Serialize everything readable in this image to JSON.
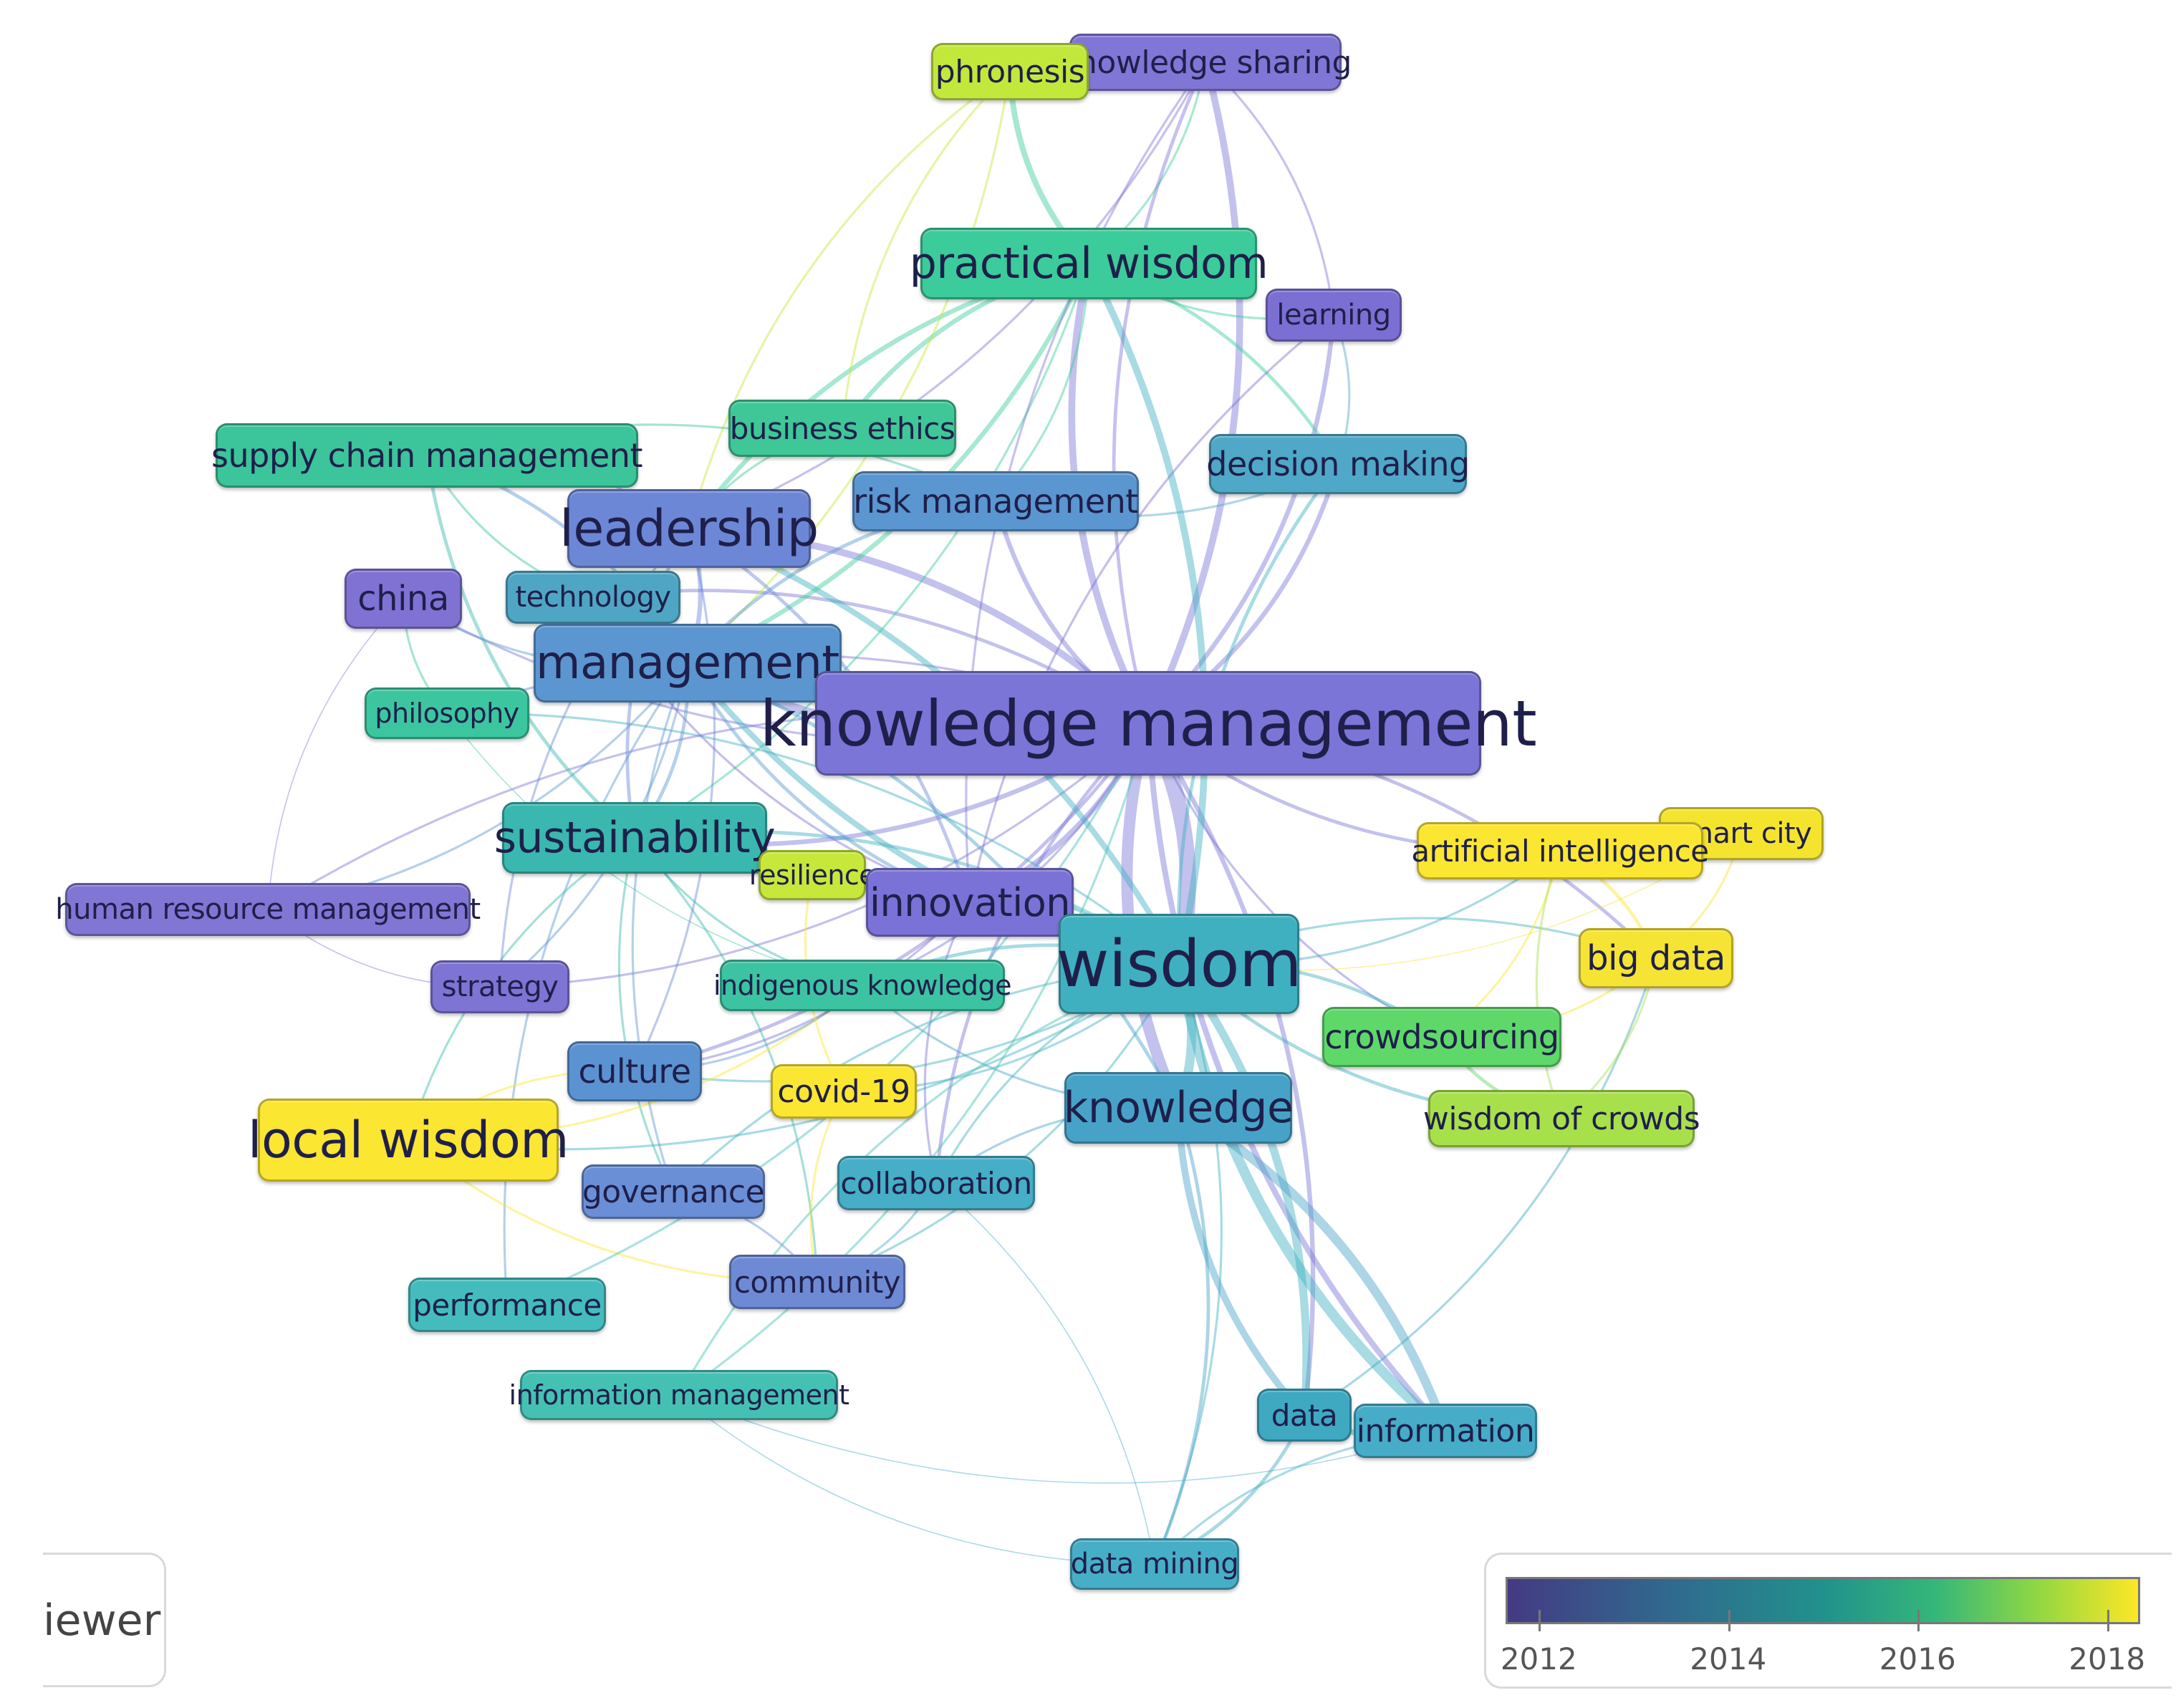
{
  "nodes": [
    {
      "id": "ks",
      "label": "knowledge sharing",
      "color": "#8076d6",
      "year": 2012.6
    },
    {
      "id": "phr",
      "label": "phronesis",
      "color": "#c3e83c",
      "year": 2017.3
    },
    {
      "id": "pw",
      "label": "practical wisdom",
      "color": "#3ccb9a",
      "year": 2015.3
    },
    {
      "id": "lrn",
      "label": "learning",
      "color": "#7c6fd3",
      "year": 2012.4
    },
    {
      "id": "scm",
      "label": "supply chain management",
      "color": "#3cc49b",
      "year": 2015.2
    },
    {
      "id": "be",
      "label": "business ethics",
      "color": "#3fc797",
      "year": 2015.4
    },
    {
      "id": "dm",
      "label": "decision making",
      "color": "#4fa8c8",
      "year": 2013.8
    },
    {
      "id": "rm",
      "label": "risk management",
      "color": "#5a96d0",
      "year": 2013.4
    },
    {
      "id": "ldr",
      "label": "leadership",
      "color": "#6d87d7",
      "year": 2013.0
    },
    {
      "id": "chn",
      "label": "china",
      "color": "#8072d3",
      "year": 2012.5
    },
    {
      "id": "tec",
      "label": "technology",
      "color": "#4fa6c4",
      "year": 2013.9
    },
    {
      "id": "mgt",
      "label": "management",
      "color": "#5b96d1",
      "year": 2013.4
    },
    {
      "id": "km",
      "label": "knowledge management",
      "color": "#7a75d6",
      "year": 2012.8
    },
    {
      "id": "phi",
      "label": "philosophy",
      "color": "#3cc6a0",
      "year": 2015.1
    },
    {
      "id": "sus",
      "label": "sustainability",
      "color": "#3ab7ae",
      "year": 2014.6
    },
    {
      "id": "res",
      "label": "resilience",
      "color": "#c7e83a",
      "year": 2017.4
    },
    {
      "id": "inn",
      "label": "innovation",
      "color": "#7a72d6",
      "year": 2012.5
    },
    {
      "id": "sc",
      "label": "smart city",
      "color": "#f5e42e",
      "year": 2018.0
    },
    {
      "id": "ai",
      "label": "artificial intelligence",
      "color": "#fbe631",
      "year": 2018.1
    },
    {
      "id": "hrm",
      "label": "human resource management",
      "color": "#8176d4",
      "year": 2012.4
    },
    {
      "id": "wis",
      "label": "wisdom",
      "color": "#3fb0c0",
      "year": 2014.1
    },
    {
      "id": "bd",
      "label": "big data",
      "color": "#f5e433",
      "year": 2018.0
    },
    {
      "id": "str",
      "label": "strategy",
      "color": "#7d74d4",
      "year": 2012.5
    },
    {
      "id": "ik",
      "label": "indigenous knowledge",
      "color": "#3cc3a2",
      "year": 2015.0
    },
    {
      "id": "crw",
      "label": "crowdsourcing",
      "color": "#5fd86a",
      "year": 2016.3
    },
    {
      "id": "cul",
      "label": "culture",
      "color": "#5b92d2",
      "year": 2013.3
    },
    {
      "id": "cov",
      "label": "covid-19",
      "color": "#fbe631",
      "year": 2018.2
    },
    {
      "id": "knw",
      "label": "knowledge",
      "color": "#47a2c8",
      "year": 2013.8
    },
    {
      "id": "low",
      "label": "local wisdom",
      "color": "#fbe631",
      "year": 2018.2
    },
    {
      "id": "woc",
      "label": "wisdom of crowds",
      "color": "#a8e04c",
      "year": 2016.9
    },
    {
      "id": "gov",
      "label": "governance",
      "color": "#6a8fd6",
      "year": 2013.1
    },
    {
      "id": "col",
      "label": "collaboration",
      "color": "#46aec6",
      "year": 2014.0
    },
    {
      "id": "com",
      "label": "community",
      "color": "#6e8ad5",
      "year": 2013.0
    },
    {
      "id": "prf",
      "label": "performance",
      "color": "#44bcbd",
      "year": 2014.5
    },
    {
      "id": "im",
      "label": "information management",
      "color": "#45c1b4",
      "year": 2014.7
    },
    {
      "id": "dat",
      "label": "data",
      "color": "#3fa9c2",
      "year": 2014.0
    },
    {
      "id": "inf",
      "label": "information",
      "color": "#46acc8",
      "year": 2014.0
    },
    {
      "id": "dmi",
      "label": "data mining",
      "color": "#47aec8",
      "year": 2014.0
    }
  ],
  "links": [
    [
      "km",
      "wis",
      14
    ],
    [
      "km",
      "knw",
      10
    ],
    [
      "km",
      "pw",
      6
    ],
    [
      "km",
      "ldr",
      6
    ],
    [
      "km",
      "mgt",
      8
    ],
    [
      "km",
      "ks",
      6
    ],
    [
      "km",
      "inn",
      5
    ],
    [
      "km",
      "lrn",
      4
    ],
    [
      "km",
      "sus",
      4
    ],
    [
      "km",
      "dm",
      4
    ],
    [
      "km",
      "rm",
      4
    ],
    [
      "km",
      "inf",
      5
    ],
    [
      "km",
      "dat",
      4
    ],
    [
      "km",
      "ai",
      3
    ],
    [
      "km",
      "bd",
      3
    ],
    [
      "km",
      "crw",
      2
    ],
    [
      "km",
      "cul",
      3
    ],
    [
      "km",
      "hrm",
      2
    ],
    [
      "km",
      "str",
      2
    ],
    [
      "km",
      "col",
      3
    ],
    [
      "km",
      "chn",
      2
    ],
    [
      "km",
      "tec",
      3
    ],
    [
      "km",
      "ik",
      2
    ],
    [
      "km",
      "phi",
      2
    ],
    [
      "wis",
      "knw",
      8
    ],
    [
      "wis",
      "inf",
      9
    ],
    [
      "wis",
      "dat",
      7
    ],
    [
      "wis",
      "pw",
      6
    ],
    [
      "wis",
      "mgt",
      5
    ],
    [
      "wis",
      "ldr",
      5
    ],
    [
      "wis",
      "dm",
      3
    ],
    [
      "wis",
      "sus",
      3
    ],
    [
      "wis",
      "crw",
      3
    ],
    [
      "wis",
      "woc",
      3
    ],
    [
      "wis",
      "low",
      2
    ],
    [
      "wis",
      "ik",
      3
    ],
    [
      "wis",
      "cov",
      2
    ],
    [
      "wis",
      "col",
      2
    ],
    [
      "wis",
      "com",
      2
    ],
    [
      "wis",
      "gov",
      2
    ],
    [
      "wis",
      "cul",
      2
    ],
    [
      "wis",
      "phi",
      2
    ],
    [
      "wis",
      "bd",
      2
    ],
    [
      "wis",
      "ai",
      2
    ],
    [
      "wis",
      "dmi",
      2
    ],
    [
      "wis",
      "res",
      2
    ],
    [
      "pw",
      "phr",
      5
    ],
    [
      "pw",
      "ldr",
      4
    ],
    [
      "pw",
      "mgt",
      4
    ],
    [
      "pw",
      "be",
      4
    ],
    [
      "pw",
      "dm",
      3
    ],
    [
      "pw",
      "lrn",
      2
    ],
    [
      "pw",
      "sus",
      2
    ],
    [
      "pw",
      "ks",
      2
    ],
    [
      "pw",
      "rm",
      2
    ],
    [
      "phr",
      "ldr",
      2
    ],
    [
      "phr",
      "mgt",
      2
    ],
    [
      "phr",
      "be",
      2
    ],
    [
      "ks",
      "lrn",
      2
    ],
    [
      "ks",
      "km",
      3
    ],
    [
      "ks",
      "ldr",
      2
    ],
    [
      "ks",
      "inn",
      2
    ],
    [
      "knw",
      "inf",
      8
    ],
    [
      "knw",
      "dat",
      6
    ],
    [
      "knw",
      "dmi",
      3
    ],
    [
      "knw",
      "mgt",
      3
    ],
    [
      "knw",
      "ik",
      2
    ],
    [
      "knw",
      "col",
      2
    ],
    [
      "inf",
      "dat",
      5
    ],
    [
      "inf",
      "dmi",
      2
    ],
    [
      "dat",
      "dmi",
      3
    ],
    [
      "dat",
      "bd",
      2
    ],
    [
      "ldr",
      "mgt",
      4
    ],
    [
      "ldr",
      "sus",
      3
    ],
    [
      "ldr",
      "inn",
      3
    ],
    [
      "ldr",
      "str",
      2
    ],
    [
      "ldr",
      "cul",
      2
    ],
    [
      "ldr",
      "scm",
      2
    ],
    [
      "mgt",
      "sus",
      3
    ],
    [
      "mgt",
      "scm",
      3
    ],
    [
      "mgt",
      "rm",
      3
    ],
    [
      "mgt",
      "inn",
      3
    ],
    [
      "mgt",
      "str",
      2
    ],
    [
      "mgt",
      "gov",
      2
    ],
    [
      "mgt",
      "chn",
      2
    ],
    [
      "mgt",
      "tec",
      2
    ],
    [
      "mgt",
      "hrm",
      2
    ],
    [
      "mgt",
      "prf",
      2
    ],
    [
      "sus",
      "scm",
      3
    ],
    [
      "sus",
      "ik",
      2
    ],
    [
      "sus",
      "res",
      2
    ],
    [
      "sus",
      "gov",
      2
    ],
    [
      "sus",
      "com",
      2
    ],
    [
      "sus",
      "low",
      2
    ],
    [
      "ai",
      "bd",
      3
    ],
    [
      "ai",
      "sc",
      3
    ],
    [
      "ai",
      "crw",
      2
    ],
    [
      "bd",
      "sc",
      2
    ],
    [
      "bd",
      "crw",
      2
    ],
    [
      "crw",
      "woc",
      3
    ],
    [
      "woc",
      "ai",
      2
    ],
    [
      "woc",
      "bd",
      2
    ],
    [
      "sc",
      "wis",
      1
    ],
    [
      "low",
      "ik",
      2
    ],
    [
      "low",
      "cul",
      2
    ],
    [
      "low",
      "com",
      2
    ],
    [
      "hrm",
      "chn",
      1
    ],
    [
      "hrm",
      "str",
      1
    ],
    [
      "scm",
      "rm",
      2
    ],
    [
      "scm",
      "tec",
      2
    ],
    [
      "dm",
      "rm",
      2
    ],
    [
      "dm",
      "lrn",
      2
    ],
    [
      "inn",
      "tec",
      2
    ],
    [
      "inn",
      "col",
      2
    ],
    [
      "inn",
      "cul",
      2
    ],
    [
      "im",
      "km",
      2
    ],
    [
      "im",
      "wis",
      2
    ],
    [
      "prf",
      "km",
      2
    ],
    [
      "gov",
      "com",
      2
    ],
    [
      "cul",
      "ik",
      2
    ],
    [
      "cov",
      "res",
      2
    ],
    [
      "cov",
      "com",
      2
    ],
    [
      "col",
      "com",
      2
    ],
    [
      "be",
      "ldr",
      2
    ],
    [
      "phi",
      "chn",
      2
    ],
    [
      "phi",
      "ik",
      1
    ],
    [
      "dmi",
      "im",
      1
    ],
    [
      "dmi",
      "col",
      1
    ],
    [
      "inf",
      "im",
      1
    ],
    [
      "lrn",
      "inn",
      2
    ]
  ],
  "legend": {
    "ticks": [
      {
        "label": "2012",
        "value": 2012
      },
      {
        "label": "2014",
        "value": 2014
      },
      {
        "label": "2016",
        "value": 2016
      },
      {
        "label": "2018",
        "value": 2018
      }
    ],
    "min": 2011.65,
    "max": 2018.35
  },
  "brand": {
    "text": "iewer"
  }
}
